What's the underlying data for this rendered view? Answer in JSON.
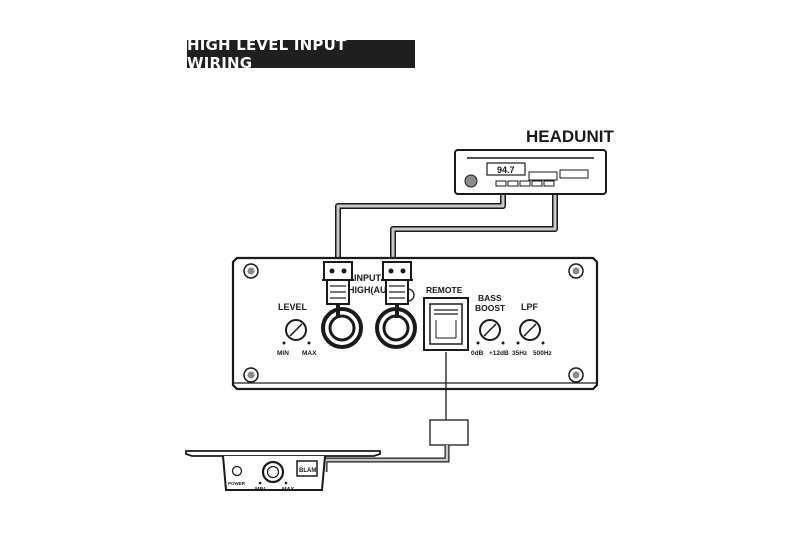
{
  "title": "HIGH LEVEL INPUT WIRING",
  "headunit": {
    "label": "HEADUNIT",
    "display": "94.7"
  },
  "amp": {
    "input_label_1": "INPUT",
    "input_label_2": "HIGH(AU",
    "level_label": "LEVEL",
    "level_min": "MIN",
    "level_max": "MAX",
    "remote_label": "REMOTE",
    "bass_label_1": "BASS",
    "bass_label_2": "BOOST",
    "bass_min": "0dB",
    "bass_max": "+12dB",
    "lpf_label": "LPF",
    "lpf_min": "35Hz",
    "lpf_max": "500Hz"
  },
  "remote_controller": {
    "power_label": "POWER",
    "min_label": "MIN",
    "max_label": "MAX",
    "brand": "BLAM"
  },
  "colors": {
    "banner": "#1f1f1f",
    "line": "#1a1a1a",
    "cable_gray": "#8a8a8a"
  }
}
